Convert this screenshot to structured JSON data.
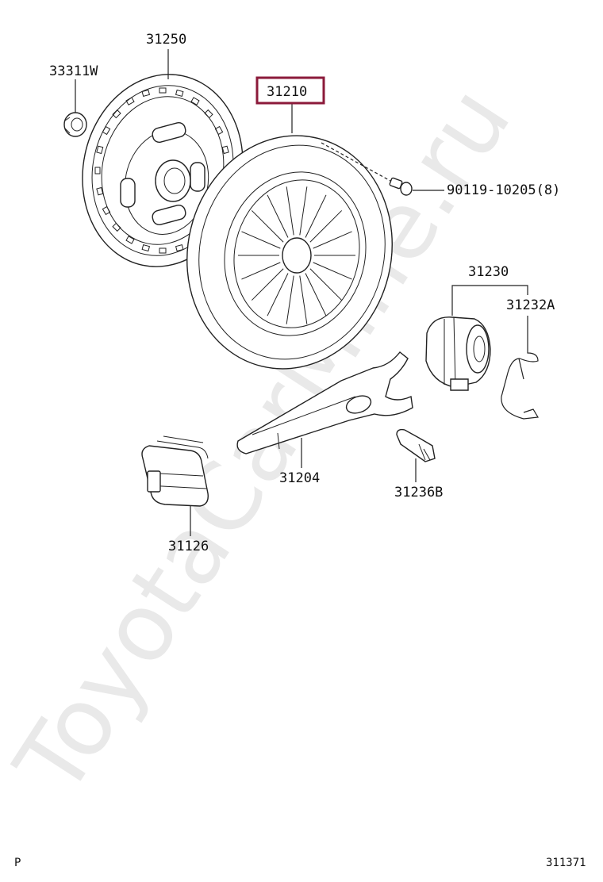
{
  "watermark": "ToyotaCarMine.ru",
  "highlight_color": "#8b1a3a",
  "callouts": [
    {
      "id": "p33311w",
      "label": "33311W"
    },
    {
      "id": "p31250",
      "label": "31250"
    },
    {
      "id": "p31210",
      "label": "31210",
      "highlighted": true
    },
    {
      "id": "p90119",
      "label": "90119-10205(8)"
    },
    {
      "id": "p31230",
      "label": "31230"
    },
    {
      "id": "p31232a",
      "label": "31232A"
    },
    {
      "id": "p31204",
      "label": "31204"
    },
    {
      "id": "p31236b",
      "label": "31236B"
    },
    {
      "id": "p31126",
      "label": "31126"
    }
  ],
  "footer": {
    "left": "P",
    "right": "311371"
  }
}
